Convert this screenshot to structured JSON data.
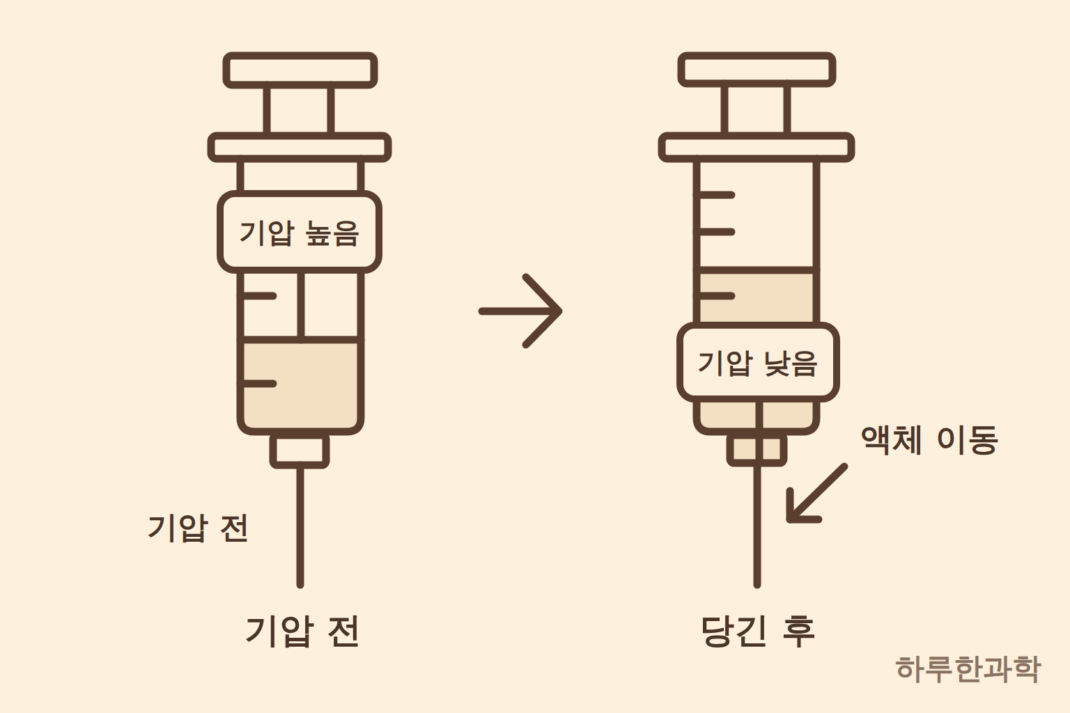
{
  "diagram": {
    "nodes": [
      {
        "text": [
          "기압 높음"
        ]
      },
      {
        "text": [
          "기압 낮음"
        ]
      }
    ],
    "labels": [
      "기압 전",
      "기압 전",
      "액체 이동",
      "당긴 후",
      "하루한과학"
    ]
  }
}
